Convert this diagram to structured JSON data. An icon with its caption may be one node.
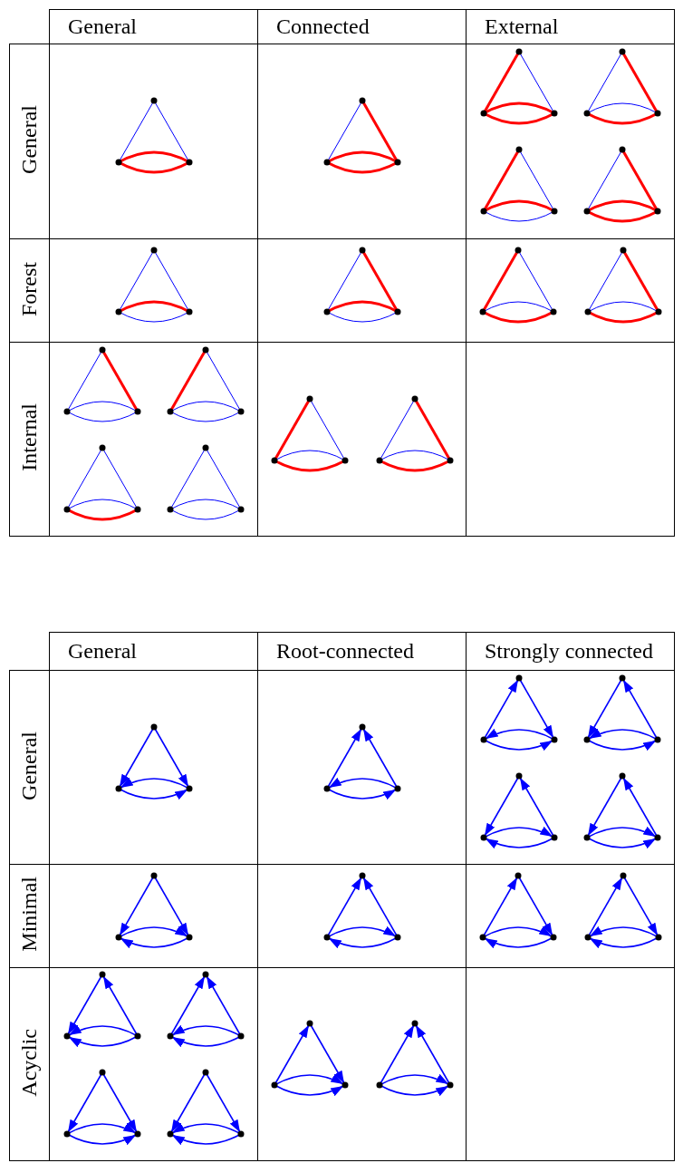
{
  "diagram": {
    "labels": [
      "General",
      "Connected",
      "External",
      "General",
      "Forest",
      "Internal",
      "General",
      "Root-connected",
      "Strongly connected",
      "General",
      "Minimal",
      "Acyclic"
    ]
  }
}
